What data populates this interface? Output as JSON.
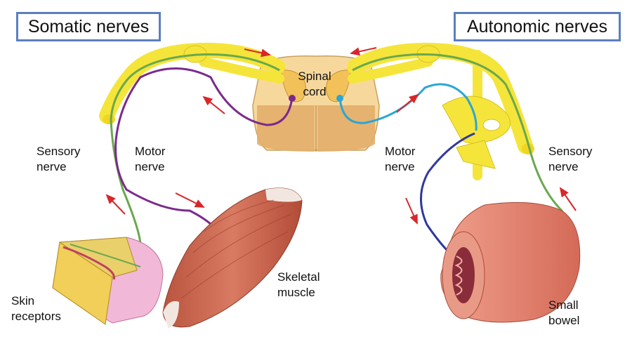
{
  "titles": {
    "somatic": "Somatic nerves",
    "autonomic": "Autonomic nerves"
  },
  "labels": {
    "spinal_cord_1": "Spinal",
    "spinal_cord_2": "cord",
    "somatic_sensory_1": "Sensory",
    "somatic_sensory_2": "nerve",
    "somatic_motor_1": "Motor",
    "somatic_motor_2": "nerve",
    "auto_motor_1": "Motor",
    "auto_motor_2": "nerve",
    "auto_sensory_1": "Sensory",
    "auto_sensory_2": "nerve",
    "skin_1": "Skin",
    "skin_2": "receptors",
    "muscle_1": "Skeletal",
    "muscle_2": "muscle",
    "bowel_1": "Small",
    "bowel_2": "bowel"
  },
  "colors": {
    "title_border": "#5b7fc0",
    "nerve_yellow": "#f5e53a",
    "sensory_green": "#6aa84f",
    "somatic_motor_purple": "#7b2a8c",
    "autonomic_motor_blue": "#2f3a9a",
    "preganglionic_cyan": "#2aa6d6",
    "arrow_red": "#d8262a",
    "muscle": "#c9614e",
    "skin_pink": "#f2b8d8",
    "bowel": "#e47f6a"
  }
}
